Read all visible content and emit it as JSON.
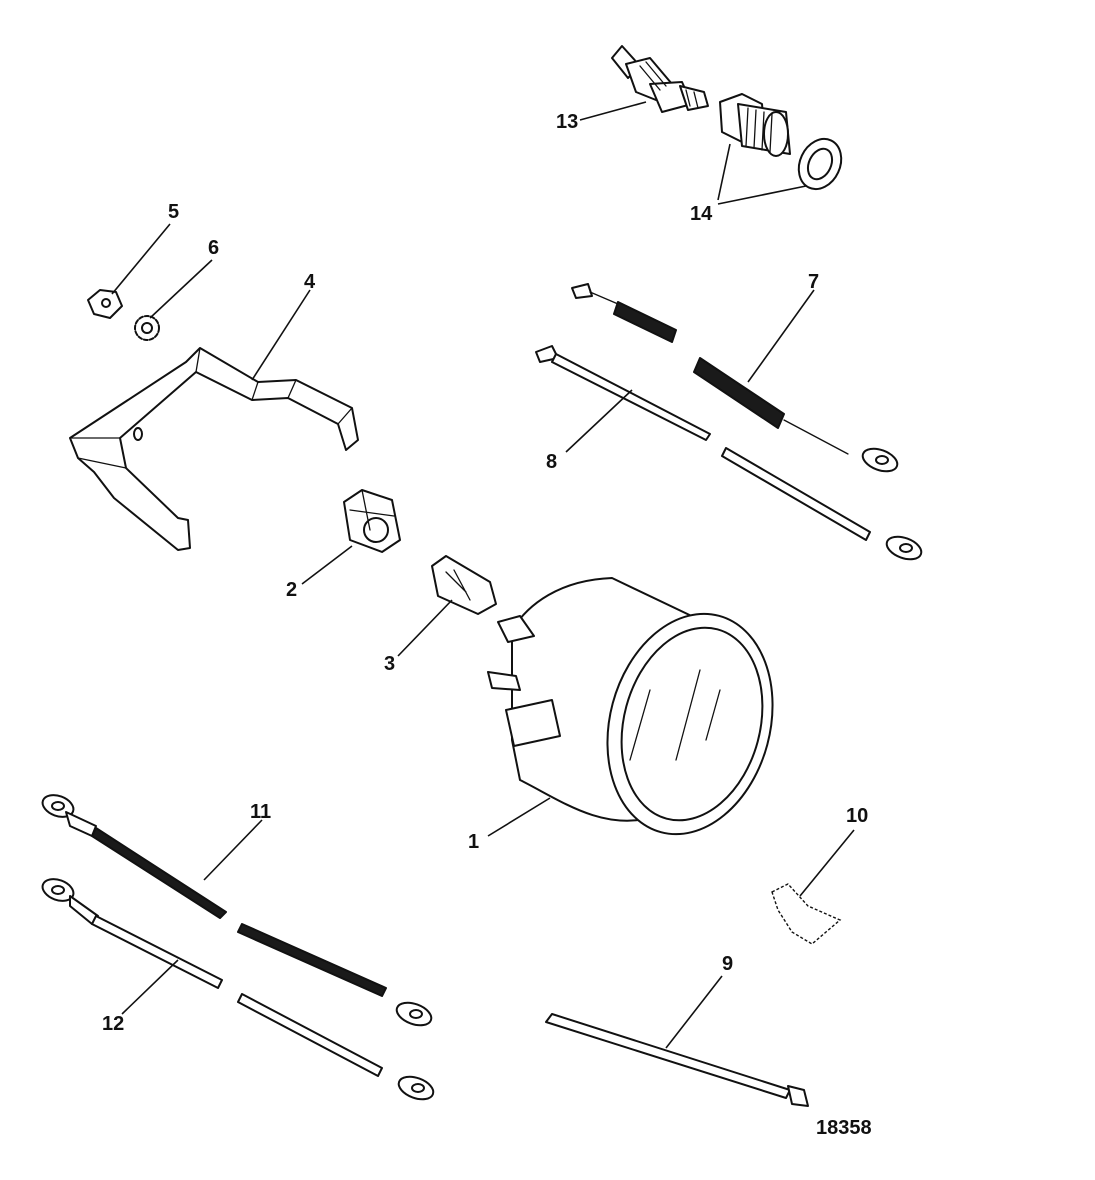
{
  "diagram": {
    "drawing_number": "18358",
    "callouts": [
      "1",
      "2",
      "3",
      "4",
      "5",
      "6",
      "7",
      "8",
      "9",
      "10",
      "11",
      "12",
      "13",
      "14"
    ],
    "colors": {
      "ink": "#111111",
      "background": "#ffffff"
    }
  }
}
